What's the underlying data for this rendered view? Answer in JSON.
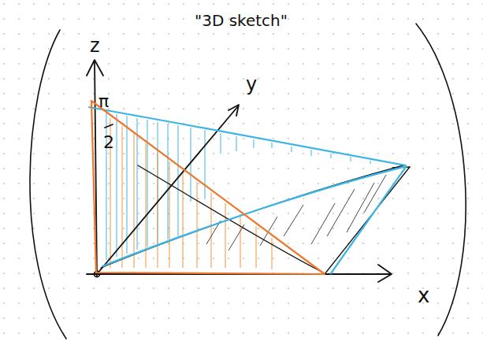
{
  "diagram": {
    "title": "\"3D sketch\"",
    "labels": [
      "z",
      "y",
      "x",
      "π",
      "2"
    ]
  }
}
